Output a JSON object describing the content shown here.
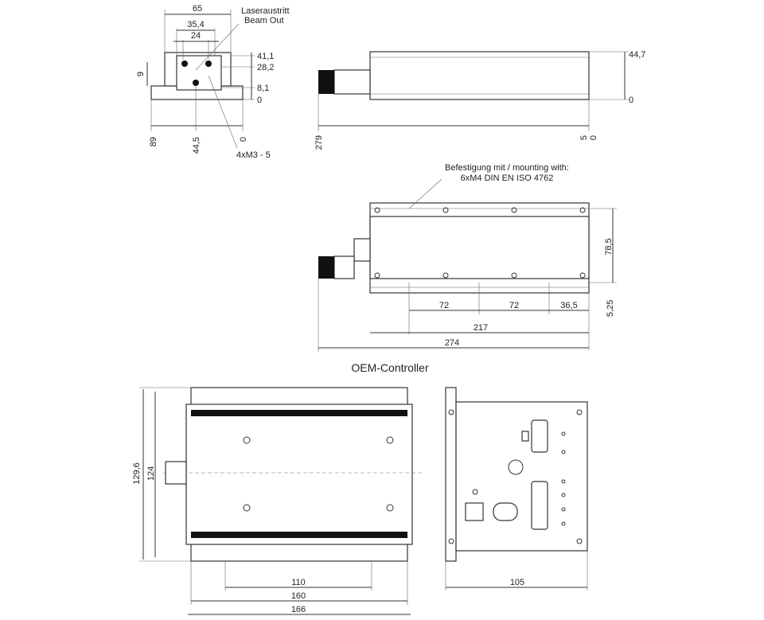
{
  "front_view": {
    "dims_top": [
      "65",
      "35,4",
      "24"
    ],
    "dims_right": [
      "41,1",
      "28,2",
      "8,1",
      "0"
    ],
    "dim_left": "9",
    "dims_bottom": [
      "89",
      "44,5",
      "0"
    ],
    "beam_label_de": "Laseraustritt",
    "beam_label_en": "Beam Out",
    "screw_label": "4xM3 - 5"
  },
  "side_view": {
    "dims_right": [
      "44,7",
      "0"
    ],
    "dims_bottom": [
      "279",
      "5",
      "0"
    ]
  },
  "top_view": {
    "mount_label_1": "Befestigung mit / mounting with:",
    "mount_label_2": "6xM4 DIN EN ISO 4762",
    "dim_height": "78,5",
    "dims_spacing": [
      "72",
      "72",
      "36,5"
    ],
    "dim_offset": "5,25",
    "dim_217": "217",
    "dim_274": "274"
  },
  "controller": {
    "title": "OEM-Controller",
    "dims_left": [
      "129,6",
      "124"
    ],
    "dims_bottom": [
      "110",
      "160",
      "166"
    ],
    "dim_depth": "105"
  }
}
